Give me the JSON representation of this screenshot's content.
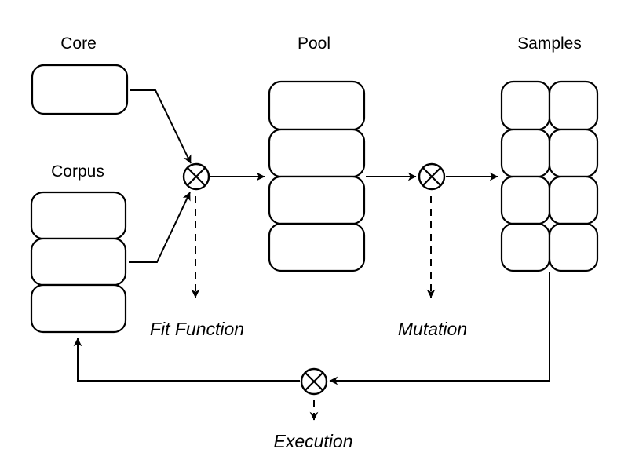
{
  "diagram": {
    "background_color": "#ffffff",
    "stroke_color": "#000000",
    "nodes": {
      "core": {
        "label": "Core",
        "box_count": 1
      },
      "corpus": {
        "label": "Corpus",
        "box_count": 3
      },
      "pool": {
        "label": "Pool",
        "box_count": 4
      },
      "samples": {
        "label": "Samples",
        "box_count": 8,
        "grid": "2x4"
      }
    },
    "operators": {
      "fit": {
        "symbol": "circled-times",
        "annotation": "Fit Function"
      },
      "mutation": {
        "symbol": "circled-times",
        "annotation": "Mutation"
      },
      "execution": {
        "symbol": "circled-times",
        "annotation": "Execution"
      }
    }
  }
}
